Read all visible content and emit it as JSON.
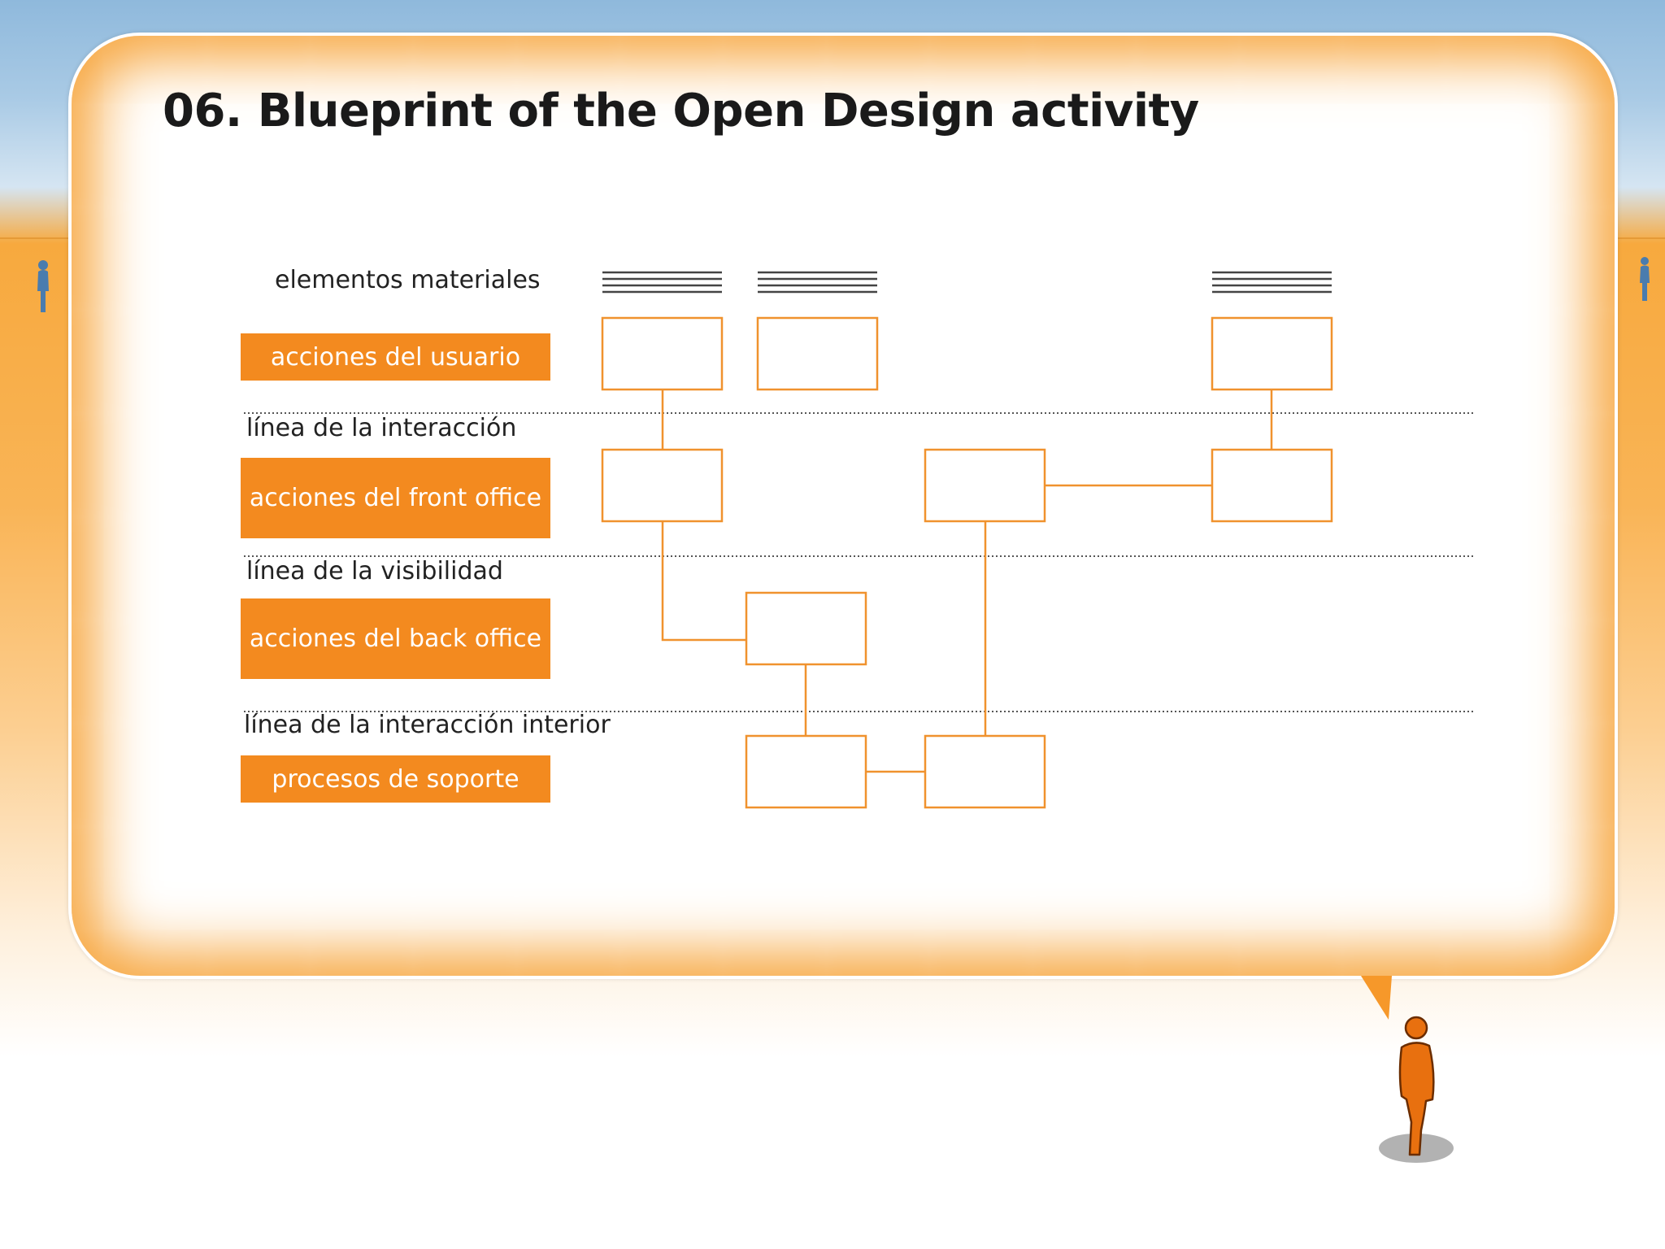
{
  "slide": {
    "title": "06. Blueprint of the Open Design activity"
  },
  "rows": {
    "header_label": "elementos materiales",
    "lanes": [
      {
        "label": "acciones del usuario"
      },
      {
        "label": "acciones del front office"
      },
      {
        "label": "acciones del back office"
      },
      {
        "label": "procesos de soporte"
      }
    ],
    "separators": [
      {
        "label": "línea de la interacción"
      },
      {
        "label": "línea de la visibilidad"
      },
      {
        "label": "línea de la interacción interior"
      }
    ]
  },
  "colors": {
    "accent": "#f38a1f",
    "connector": "#f0922e",
    "sky": "#8fb9dc",
    "ground": "#f7a93e",
    "figure_body": "#e8700f"
  }
}
